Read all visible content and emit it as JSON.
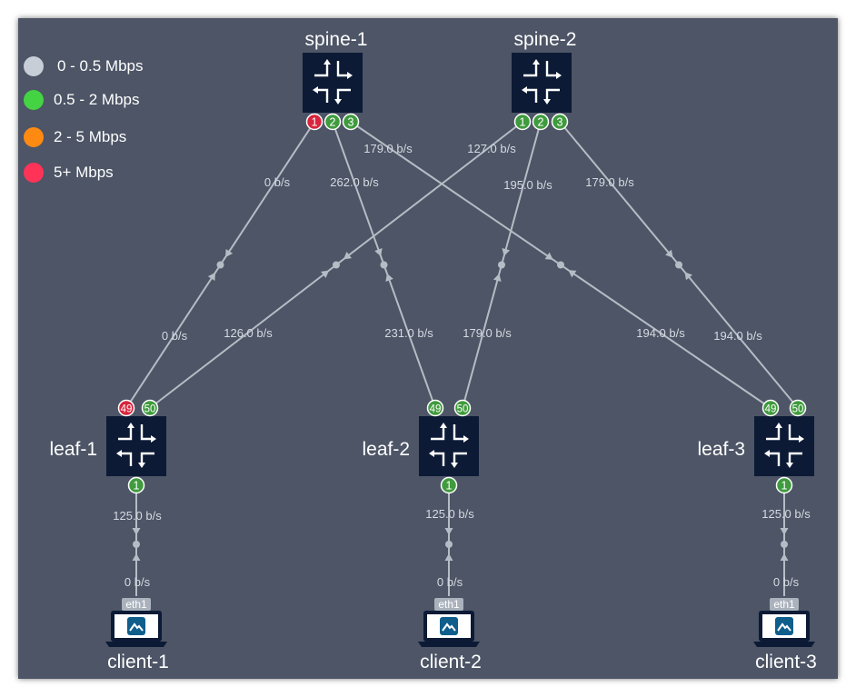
{
  "legend": [
    {
      "label": "0 - 0.5 Mbps",
      "color": "#c8ced8"
    },
    {
      "label": "0.5 - 2 Mbps",
      "color": "#44d443"
    },
    {
      "label": "2 - 5 Mbps",
      "color": "#ff8a12"
    },
    {
      "label": "5+ Mbps",
      "color": "#ff3358"
    }
  ],
  "colors": {
    "canvas": "#4d5566",
    "node": "#0c1a35",
    "link": "#b5bcc5",
    "port_green": "#3f9b3d",
    "port_red": "#d8243c",
    "text": "#ffffff",
    "link_label": "#d6dbe2"
  },
  "nodes": {
    "spine-1": {
      "label": "spine-1",
      "icon": "switch-icon",
      "ports": [
        {
          "label": "1",
          "status": "red"
        },
        {
          "label": "2",
          "status": "green"
        },
        {
          "label": "3",
          "status": "green"
        }
      ]
    },
    "spine-2": {
      "label": "spine-2",
      "icon": "switch-icon",
      "ports": [
        {
          "label": "1",
          "status": "green"
        },
        {
          "label": "2",
          "status": "green"
        },
        {
          "label": "3",
          "status": "green"
        }
      ]
    },
    "leaf-1": {
      "label": "leaf-1",
      "icon": "switch-icon",
      "ports_top": [
        {
          "label": "49",
          "status": "red"
        },
        {
          "label": "50",
          "status": "green"
        }
      ],
      "ports_bottom": [
        {
          "label": "1",
          "status": "green"
        }
      ]
    },
    "leaf-2": {
      "label": "leaf-2",
      "icon": "switch-icon",
      "ports_top": [
        {
          "label": "49",
          "status": "green"
        },
        {
          "label": "50",
          "status": "green"
        }
      ],
      "ports_bottom": [
        {
          "label": "1",
          "status": "green"
        }
      ]
    },
    "leaf-3": {
      "label": "leaf-3",
      "icon": "switch-icon",
      "ports_top": [
        {
          "label": "49",
          "status": "green"
        },
        {
          "label": "50",
          "status": "green"
        }
      ],
      "ports_bottom": [
        {
          "label": "1",
          "status": "green"
        }
      ]
    },
    "client-1": {
      "label": "client-1",
      "icon": "laptop-icon",
      "interface": "eth1"
    },
    "client-2": {
      "label": "client-2",
      "icon": "laptop-icon",
      "interface": "eth1"
    },
    "client-3": {
      "label": "client-3",
      "icon": "laptop-icon",
      "interface": "eth1"
    }
  },
  "links": [
    {
      "id": "spine1-leaf1",
      "a": "spine-1 1",
      "b": "leaf-1 49",
      "rate_a": "0 b/s",
      "rate_b": "0 b/s"
    },
    {
      "id": "spine1-leaf2",
      "a": "spine-1 2",
      "b": "leaf-2 49",
      "rate_a": "262.0 b/s",
      "rate_b": "231.0 b/s"
    },
    {
      "id": "spine1-leaf3",
      "a": "spine-1 3",
      "b": "leaf-3 49",
      "rate_a": "179.0 b/s",
      "rate_b": "194.0 b/s"
    },
    {
      "id": "spine2-leaf1",
      "a": "spine-2 1",
      "b": "leaf-1 50",
      "rate_a": "127.0 b/s",
      "rate_b": "126.0 b/s"
    },
    {
      "id": "spine2-leaf2",
      "a": "spine-2 2",
      "b": "leaf-2 50",
      "rate_a": "195.0 b/s",
      "rate_b": "179.0 b/s"
    },
    {
      "id": "spine2-leaf3",
      "a": "spine-2 3",
      "b": "leaf-3 50",
      "rate_a": "179.0 b/s",
      "rate_b": "194.0 b/s"
    },
    {
      "id": "leaf1-client1",
      "a": "leaf-1 1",
      "b": "client-1 eth1",
      "rate_a": "125.0 b/s",
      "rate_b": "0 b/s"
    },
    {
      "id": "leaf2-client2",
      "a": "leaf-2 1",
      "b": "client-2 eth1",
      "rate_a": "125.0 b/s",
      "rate_b": "0 b/s"
    },
    {
      "id": "leaf3-client3",
      "a": "leaf-3 1",
      "b": "client-3 eth1",
      "rate_a": "125.0 b/s",
      "rate_b": "0 b/s"
    }
  ]
}
